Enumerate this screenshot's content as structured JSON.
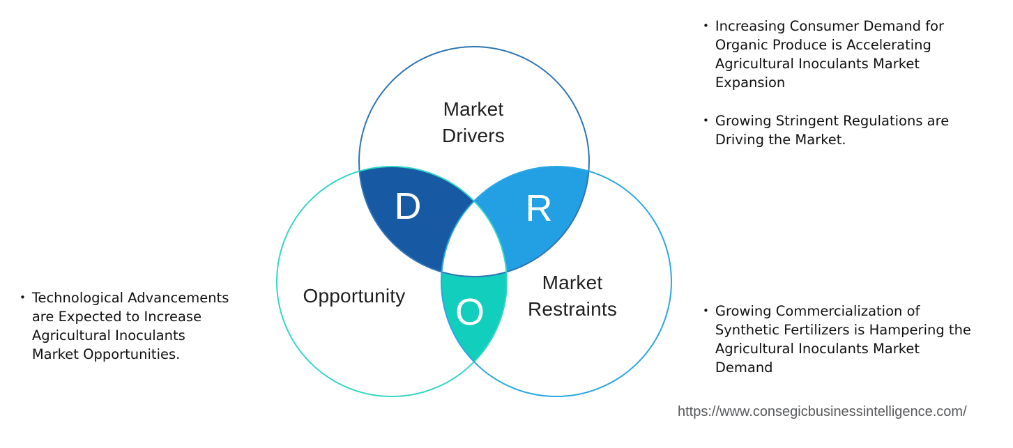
{
  "diagram": {
    "bullet_char": "•",
    "venn": {
      "drivers": {
        "label": "Market\nDrivers",
        "letter": "D",
        "fill": "#175AA3",
        "stroke": "#2E74B5"
      },
      "restraints": {
        "label": "Market\nRestraints",
        "letter": "R",
        "fill": "#239FE4",
        "stroke": "#2AA7E2"
      },
      "opportunity": {
        "label": "Opportunity",
        "letter": "O",
        "fill": "#12CEBD",
        "stroke": "#35D6C5"
      },
      "center_fill": "#FFFFFF"
    },
    "notes": {
      "left": "Technological Advancements\nare Expected to Increase\nAgricultural Inoculants\nMarket Opportunities.",
      "right_top": "Increasing Consumer Demand for\nOrganic Produce is Accelerating\nAgricultural Inoculants Market\nExpansion",
      "right_middle": "Growing Stringent Regulations are\nDriving the Market.",
      "right_bottom": "Growing Commercialization of\nSynthetic Fertilizers is Hampering the\nAgricultural Inoculants Market\nDemand"
    },
    "footer_url": "https://www.consegicbusinessintelligence.com/",
    "colors": {
      "background": "#FFFFFF",
      "note_text": "#111111",
      "label_text": "#1F1F1F",
      "letter_text": "#FFFFFF",
      "url_text": "#58595B"
    }
  }
}
